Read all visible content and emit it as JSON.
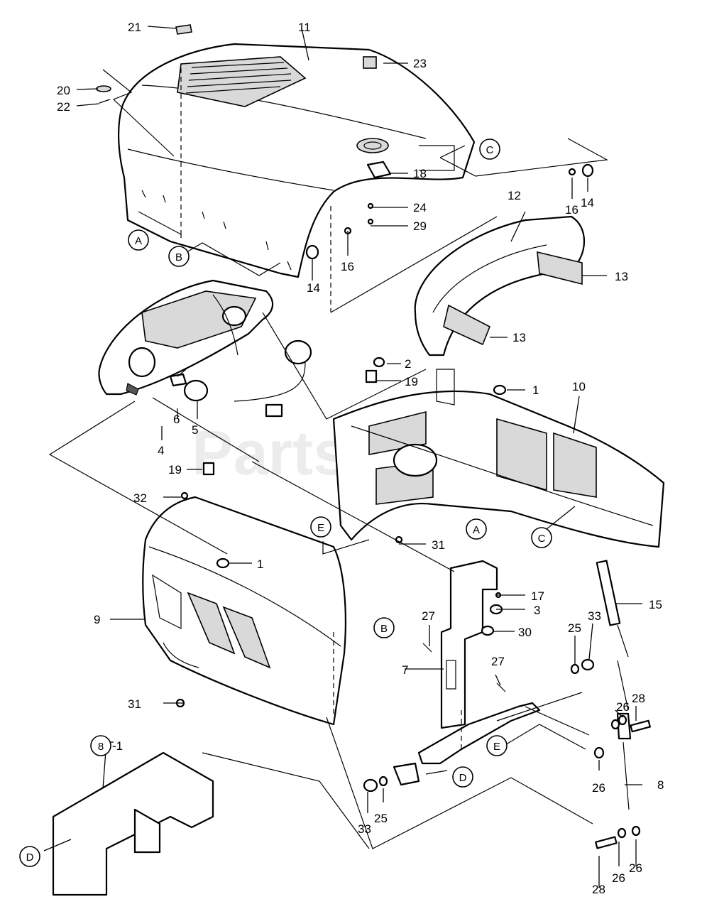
{
  "watermark": "PartsTree",
  "callouts": {
    "c1a": "1",
    "c1b": "1",
    "c2": "2",
    "c3": "3",
    "c4": "4",
    "c5": "5",
    "c6": "6",
    "c7": "7",
    "c8": "8",
    "c8r": "8",
    "c8s": "-1",
    "c9": "9",
    "c10": "10",
    "c11": "11",
    "c12": "12",
    "c13a": "13",
    "c13b": "13",
    "c14a": "14",
    "c14b": "14",
    "c15": "15",
    "c16a": "16",
    "c16b": "16",
    "c17": "17",
    "c18": "18",
    "c19a": "19",
    "c19b": "19",
    "c20": "20",
    "c21": "21",
    "c22": "22",
    "c23": "23",
    "c24": "24",
    "c25a": "25",
    "c25b": "25",
    "c26a": "26",
    "c26b": "26",
    "c26c": "26",
    "c26d": "26",
    "c27a": "27",
    "c27b": "27",
    "c28a": "28",
    "c28b": "28",
    "c29": "29",
    "c30": "30",
    "c31a": "31",
    "c31b": "31",
    "c32": "32",
    "c33a": "33",
    "c33b": "33"
  },
  "refs": {
    "A1": "A",
    "A2": "A",
    "B1": "B",
    "B2": "B",
    "C1": "C",
    "C2": "C",
    "D1": "D",
    "D2": "D",
    "E1": "E",
    "E2": "E"
  }
}
